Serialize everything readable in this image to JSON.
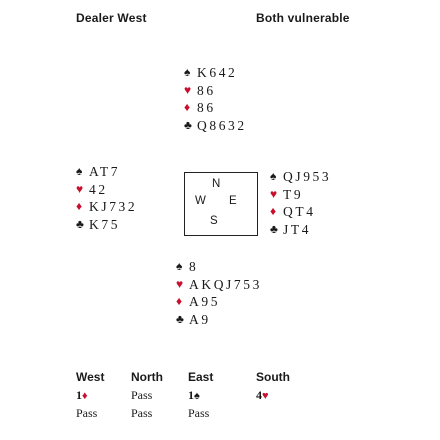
{
  "header": {
    "dealer": "Dealer West",
    "vulnerability": "Both vulnerable"
  },
  "hands": {
    "north": [
      {
        "suit": "spades",
        "glyph": "♠",
        "cards": "K642"
      },
      {
        "suit": "hearts",
        "glyph": "♥",
        "cards": "86"
      },
      {
        "suit": "diamonds",
        "glyph": "♦",
        "cards": "86"
      },
      {
        "suit": "clubs",
        "glyph": "♣",
        "cards": "Q8632"
      }
    ],
    "west": [
      {
        "suit": "spades",
        "glyph": "♠",
        "cards": "AT7"
      },
      {
        "suit": "hearts",
        "glyph": "♥",
        "cards": "42"
      },
      {
        "suit": "diamonds",
        "glyph": "♦",
        "cards": "KJ732"
      },
      {
        "suit": "clubs",
        "glyph": "♣",
        "cards": "K75"
      }
    ],
    "east": [
      {
        "suit": "spades",
        "glyph": "♠",
        "cards": "QJ953"
      },
      {
        "suit": "hearts",
        "glyph": "♥",
        "cards": "T9"
      },
      {
        "suit": "diamonds",
        "glyph": "♦",
        "cards": "QT4"
      },
      {
        "suit": "clubs",
        "glyph": "♣",
        "cards": "JT4"
      }
    ],
    "south": [
      {
        "suit": "spades",
        "glyph": "♠",
        "cards": "8"
      },
      {
        "suit": "hearts",
        "glyph": "♥",
        "cards": "AKQJ753"
      },
      {
        "suit": "diamonds",
        "glyph": "♦",
        "cards": "A95"
      },
      {
        "suit": "clubs",
        "glyph": "♣",
        "cards": "A9"
      }
    ]
  },
  "compass": {
    "north": "N",
    "west": "W",
    "east": "E",
    "south": "S"
  },
  "auction": {
    "headers": [
      "West",
      "North",
      "East",
      "South"
    ],
    "rows": [
      [
        {
          "level": "1",
          "suit_glyph": "♦",
          "text": "",
          "bold": true
        },
        {
          "level": "",
          "suit_glyph": "",
          "text": "Pass",
          "bold": false
        },
        {
          "level": "1",
          "suit_glyph": "♠",
          "text": "",
          "bold": true
        },
        {
          "level": "4",
          "suit_glyph": "♥",
          "text": "",
          "bold": true
        }
      ],
      [
        {
          "level": "",
          "suit_glyph": "",
          "text": "Pass",
          "bold": false
        },
        {
          "level": "",
          "suit_glyph": "",
          "text": "Pass",
          "bold": false
        },
        {
          "level": "",
          "suit_glyph": "",
          "text": "Pass",
          "bold": false
        }
      ]
    ]
  },
  "colors": {
    "red_suit": "#c8102e",
    "black_suit": "#1a1a1a"
  }
}
